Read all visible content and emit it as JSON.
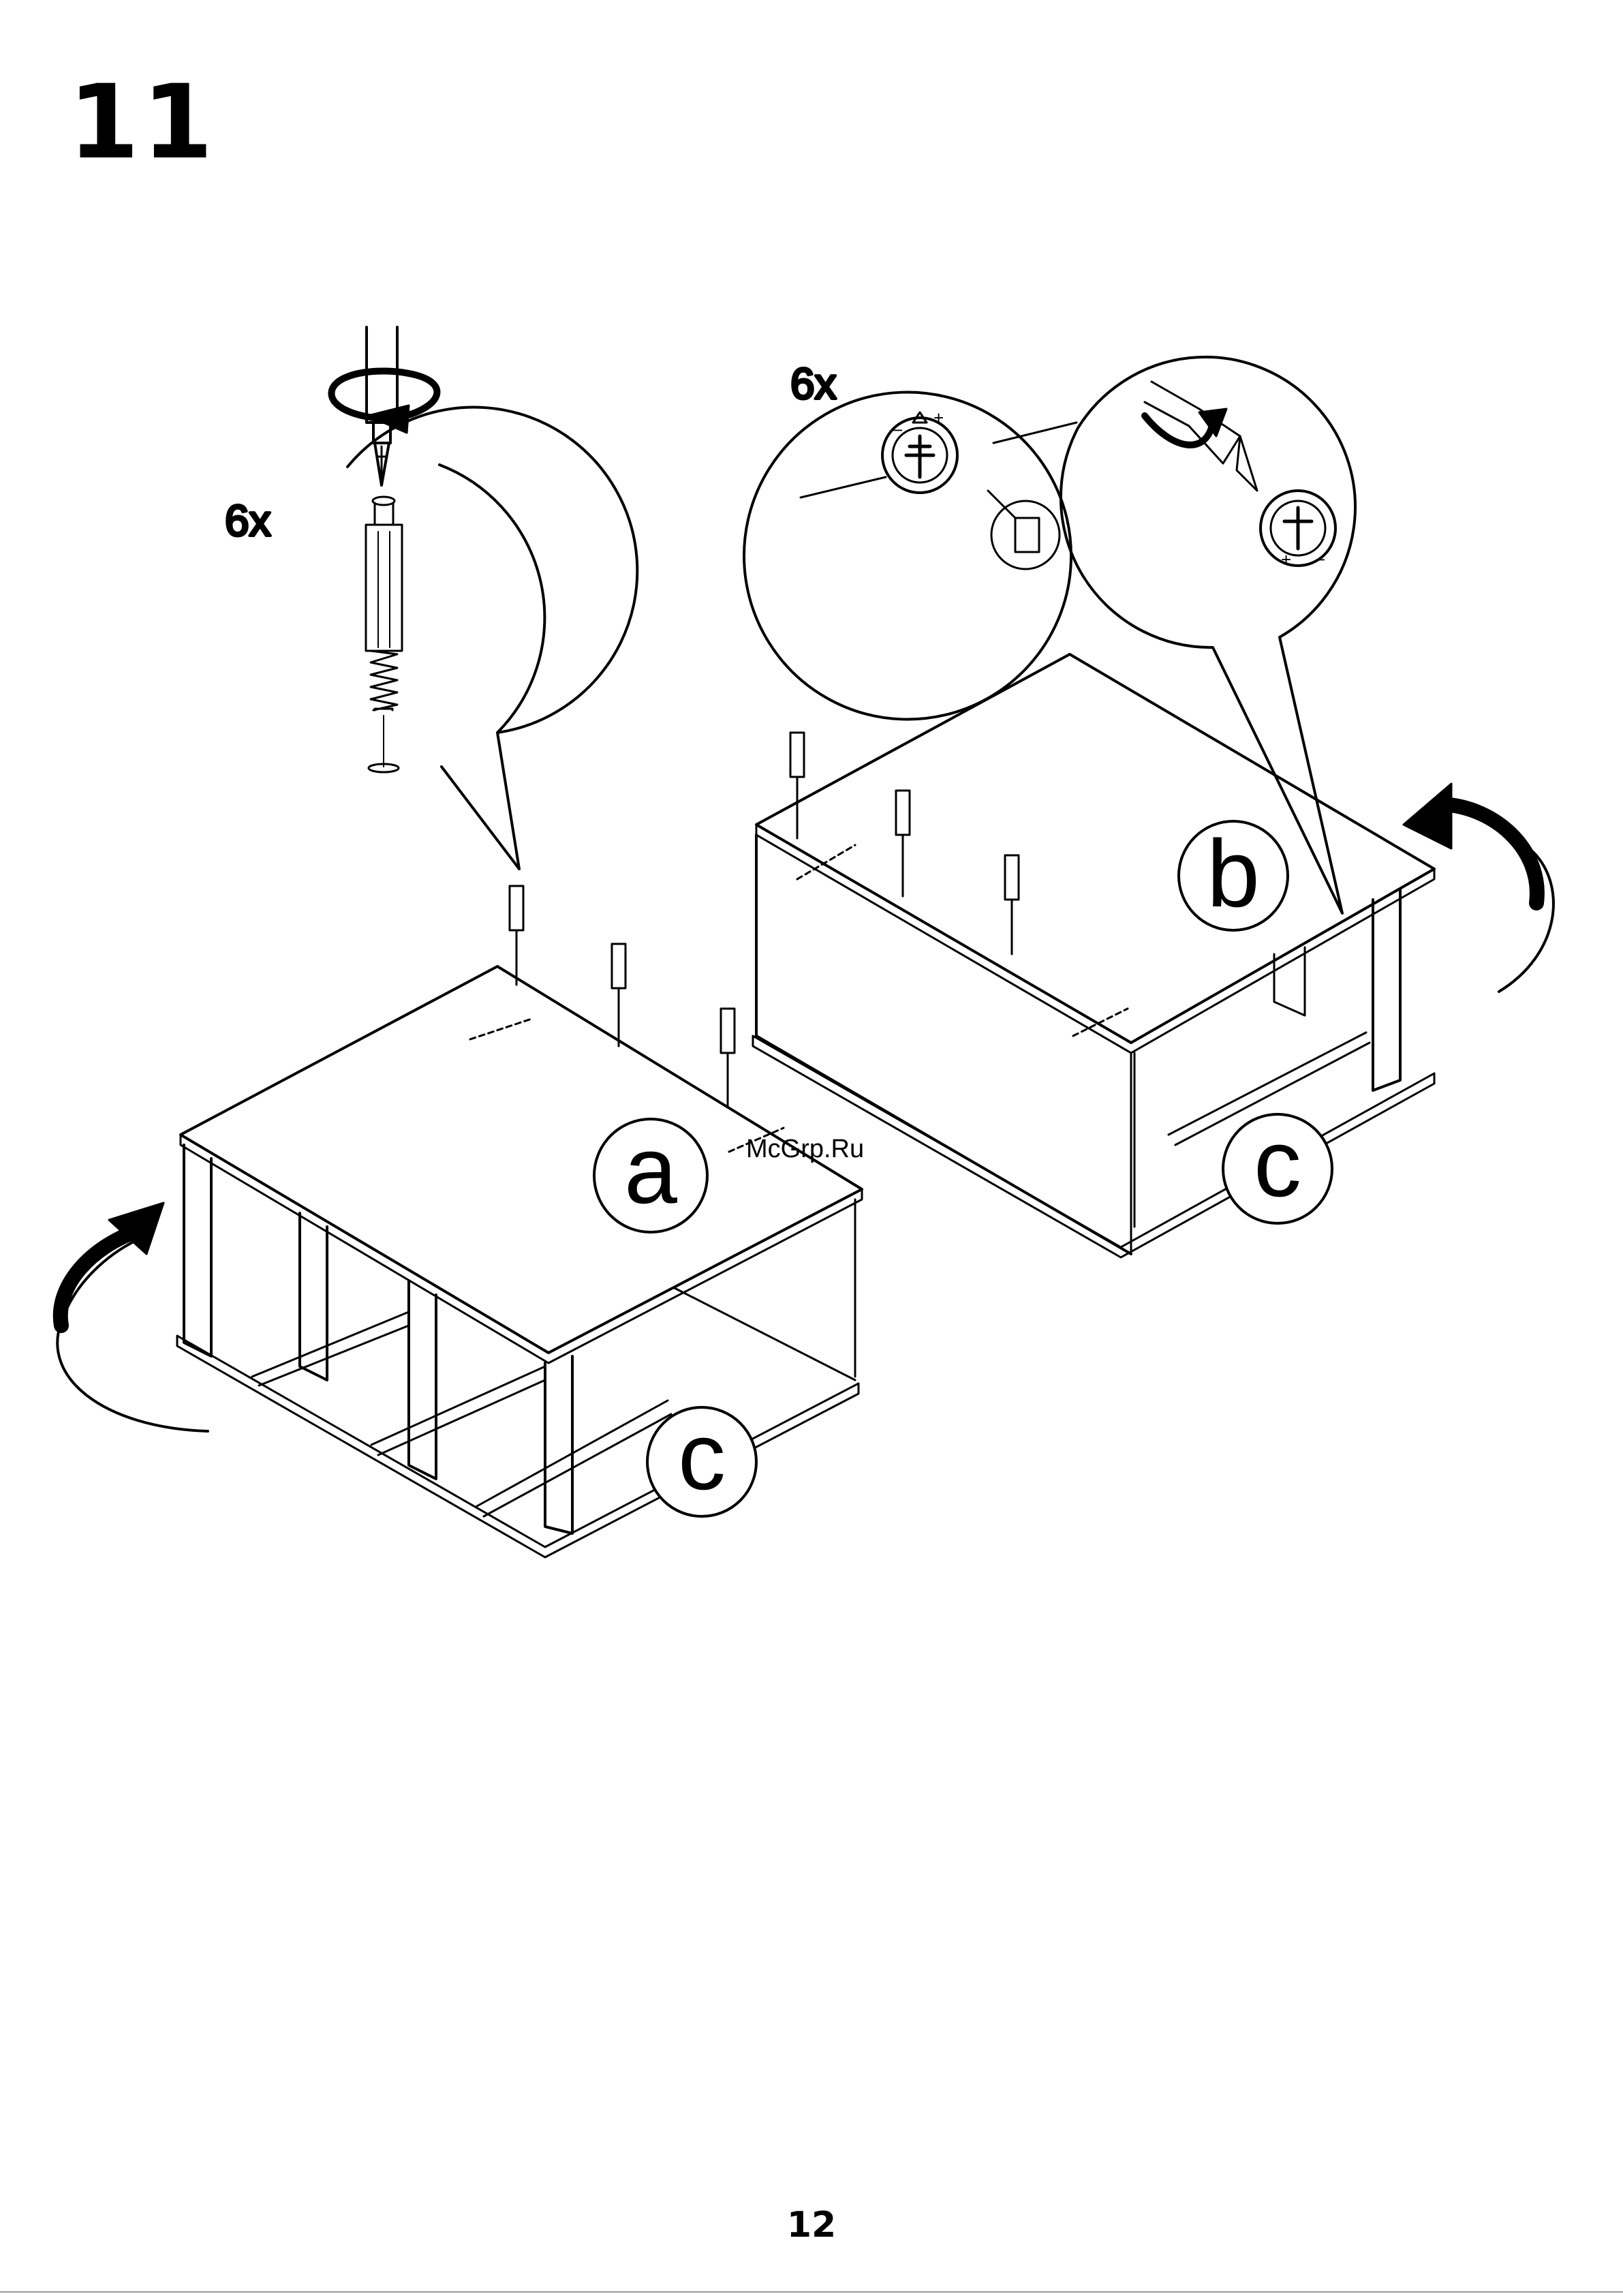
{
  "step": "11",
  "page_number": "12",
  "watermark": "McGrp.Ru",
  "labels": {
    "left_quantity": "6x",
    "right_quantity": "6x",
    "panel_a": "a",
    "panel_b": "b",
    "panel_c_left": "c",
    "panel_c_right": "c"
  },
  "icons": {
    "rotate_arrow": "rotate-cw-arrow-icon",
    "screwdriver": "phillips-screwdriver-icon",
    "cam_dowel": "cam-dowel-bolt-icon",
    "cam_lock": "cam-lock-icon",
    "flip_arrow": "flip-arrow-icon"
  }
}
